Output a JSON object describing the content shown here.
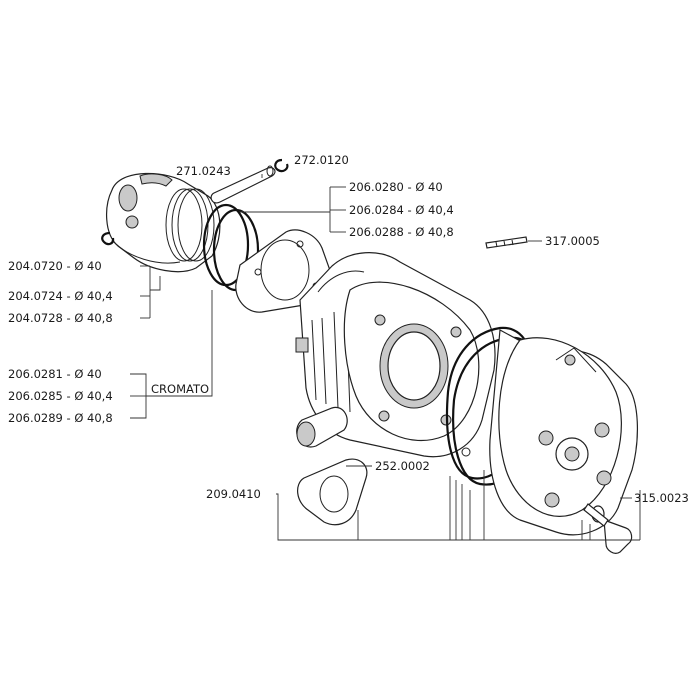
{
  "labels": {
    "wrist_pin": "271.0243",
    "circlip": "272.0120",
    "ring_40": "206.0280 - Ø 40",
    "ring_40_4": "206.0284 - Ø 40,4",
    "ring_40_8": "206.0288 - Ø 40,8",
    "stud": "317.0005",
    "piston_40": "204.0720 - Ø 40",
    "piston_40_4": "204.0724 - Ø 40,4",
    "piston_40_8": "204.0728 - Ø 40,8",
    "cromato_40": "206.0281 - Ø 40",
    "cromato_40_4": "206.0285 - Ø 40,4",
    "cromato_40_8": "206.0289 - Ø 40,8",
    "cromato": "CROMATO",
    "intake_gasket": "252.0002",
    "kit": "209.0410",
    "bolt": "315.0023"
  }
}
